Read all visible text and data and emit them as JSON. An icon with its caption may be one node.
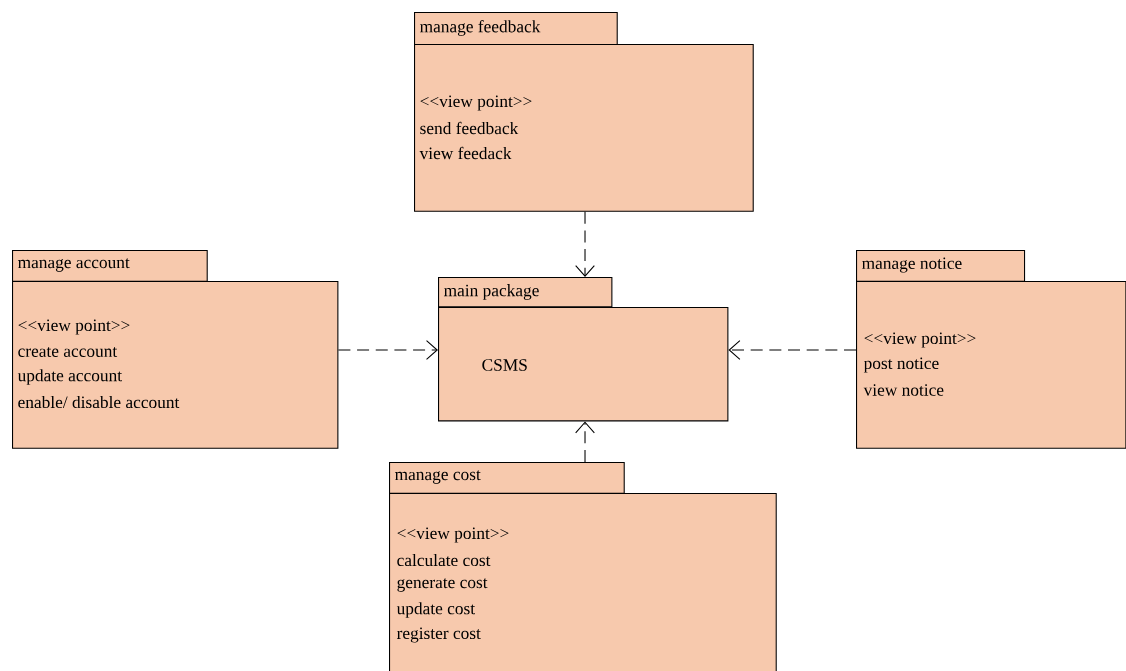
{
  "diagram": {
    "nodes": [
      {
        "text": [
          "manage feedback",
          "<<view point>>",
          "send feedback",
          "view feedack"
        ]
      },
      {
        "text": [
          "manage account",
          "<<view point>>",
          "create account",
          "update account",
          "enable/ disable account"
        ]
      },
      {
        "text": [
          "main package",
          "CSMS"
        ]
      },
      {
        "text": [
          "manage notice",
          "<<view point>>",
          "post notice",
          "view notice"
        ]
      },
      {
        "text": [
          "manage cost",
          "<<view point>>",
          "calculate cost",
          "generate cost",
          "update cost",
          "register cost"
        ]
      }
    ],
    "edges": [
      {
        "from": 0,
        "to": 2,
        "arrow": "to",
        "style": "dashed"
      },
      {
        "from": 1,
        "to": 2,
        "arrow": "to",
        "style": "dashed"
      },
      {
        "from": 3,
        "to": 2,
        "arrow": "to",
        "style": "dashed"
      },
      {
        "from": 4,
        "to": 2,
        "arrow": "to",
        "style": "dashed"
      }
    ]
  }
}
